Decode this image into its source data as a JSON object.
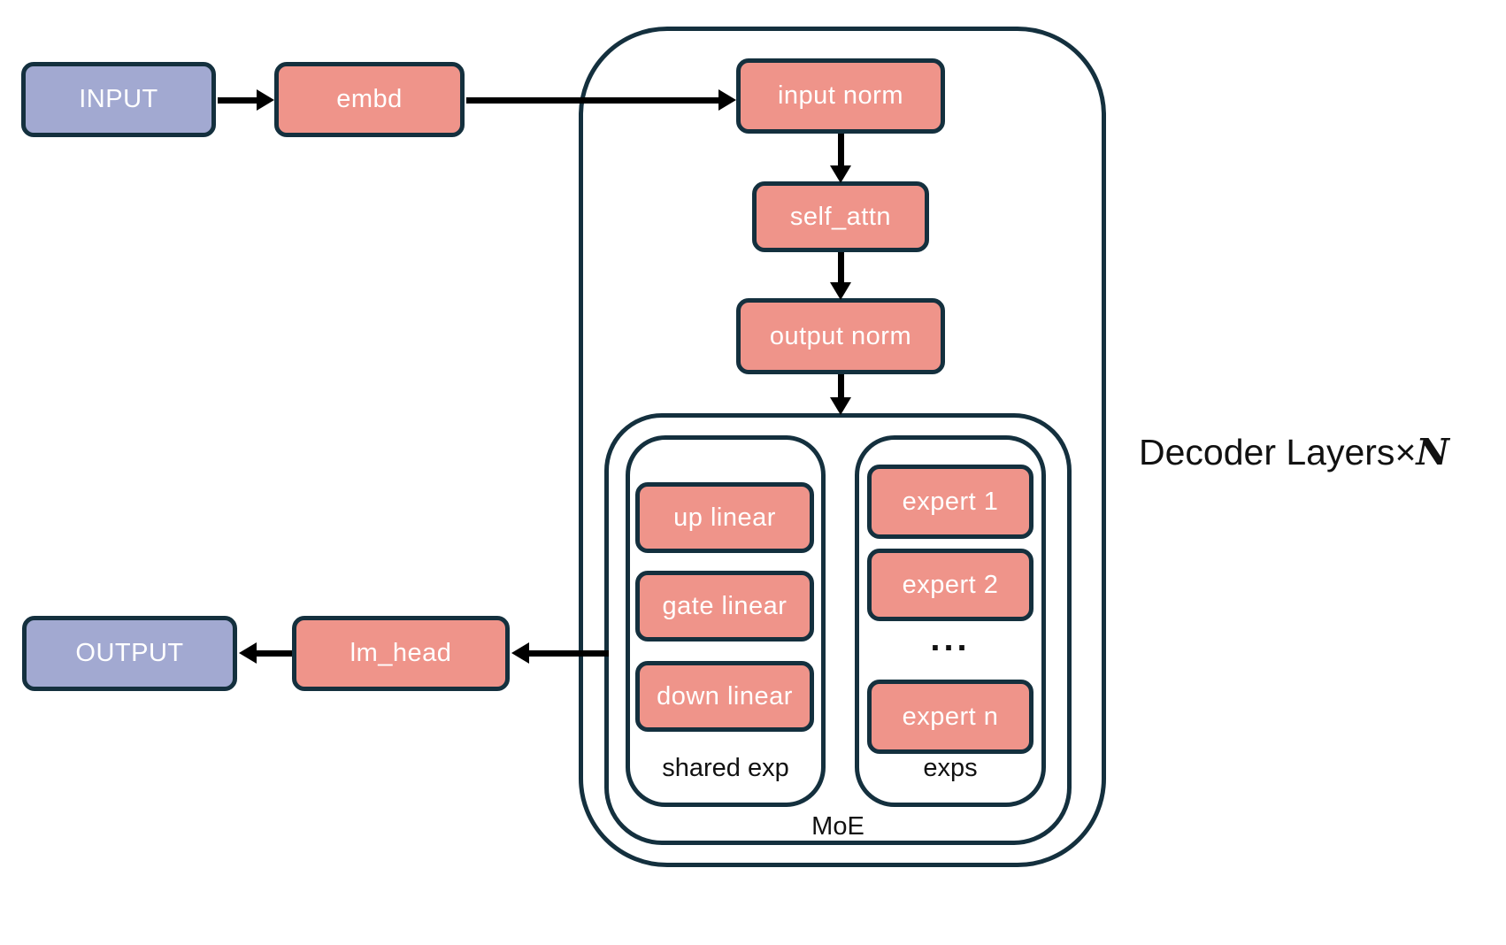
{
  "title": {
    "prefix": "Decoder Layers",
    "multiply_sign": "×",
    "layer_count_symbol": "N"
  },
  "nodes": {
    "input": "INPUT",
    "embd": "embd",
    "input_norm": "input norm",
    "self_attn": "self_attn",
    "output_norm": "output norm",
    "lm_head": "lm_head",
    "output": "OUTPUT"
  },
  "moe": {
    "label": "MoE",
    "shared_expert": {
      "up_linear": "up linear",
      "gate_linear": "gate linear",
      "down_linear": "down linear",
      "label": "shared exp"
    },
    "experts": {
      "expert_1": "expert 1",
      "expert_2": "expert 2",
      "ellipsis": "...",
      "expert_n": "expert n",
      "label": "exps"
    }
  },
  "colors": {
    "io_fill": "#A2A9D1",
    "module_fill": "#EF948A",
    "border": "#14303E",
    "arrow": "#000000",
    "text_on_box": "#FFFFFF",
    "label_text": "#111111",
    "background": "#FFFFFF"
  }
}
